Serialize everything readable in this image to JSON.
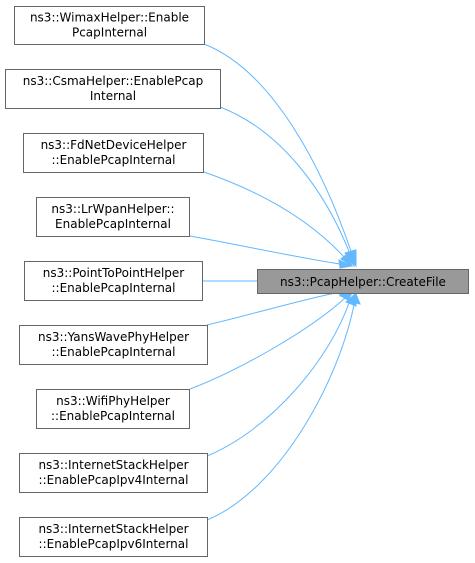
{
  "graph": {
    "target": {
      "lines": [
        "ns3::PcapHelper::CreateFile"
      ]
    },
    "callers": [
      {
        "lines": [
          "ns3::WimaxHelper::Enable",
          "PcapInternal"
        ]
      },
      {
        "lines": [
          "ns3::CsmaHelper::EnablePcap",
          "Internal"
        ]
      },
      {
        "lines": [
          "ns3::FdNetDeviceHelper",
          "::EnablePcapInternal"
        ]
      },
      {
        "lines": [
          "ns3::LrWpanHelper::",
          "EnablePcapInternal"
        ]
      },
      {
        "lines": [
          "ns3::PointToPointHelper",
          "::EnablePcapInternal"
        ]
      },
      {
        "lines": [
          "ns3::YansWavePhyHelper",
          "::EnablePcapInternal"
        ]
      },
      {
        "lines": [
          "ns3::WifiPhyHelper",
          "::EnablePcapInternal"
        ]
      },
      {
        "lines": [
          "ns3::InternetStackHelper",
          "::EnablePcapIpv4Internal"
        ]
      },
      {
        "lines": [
          "ns3::InternetStackHelper",
          "::EnablePcapIpv6Internal"
        ]
      }
    ],
    "colors": {
      "edge": "#63b8ff",
      "node_border": "#666666",
      "target_fill": "#999999",
      "node_fill": "#ffffff"
    }
  }
}
